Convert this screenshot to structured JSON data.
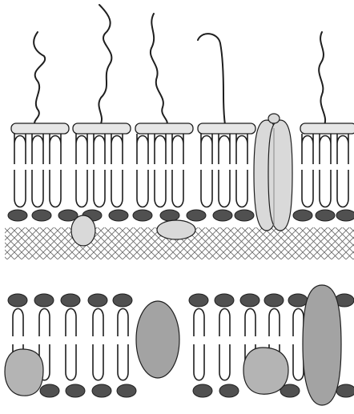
{
  "colors": {
    "background": "#ffffff",
    "ink": "#1e1e1e",
    "head_light": "#e6e6e6",
    "head_dark": "#505050",
    "protein_light": "#d9d9d9",
    "protein_mid": "#b4b4b4",
    "protein_dark": "#a3a3a3",
    "hatch": "#6e6e6e"
  },
  "membranes": [
    {
      "label": "",
      "type": "glycolipid-membrane",
      "glycolipid_chains": 5,
      "transmembrane_proteins": 1,
      "peripheral_proteins": 2,
      "has_cytoskeleton_mesh": true
    },
    {
      "label": "",
      "type": "plain-bilayer",
      "integral_proteins": 2,
      "peripheral_proteins": 2,
      "has_cytoskeleton_mesh": false
    }
  ]
}
